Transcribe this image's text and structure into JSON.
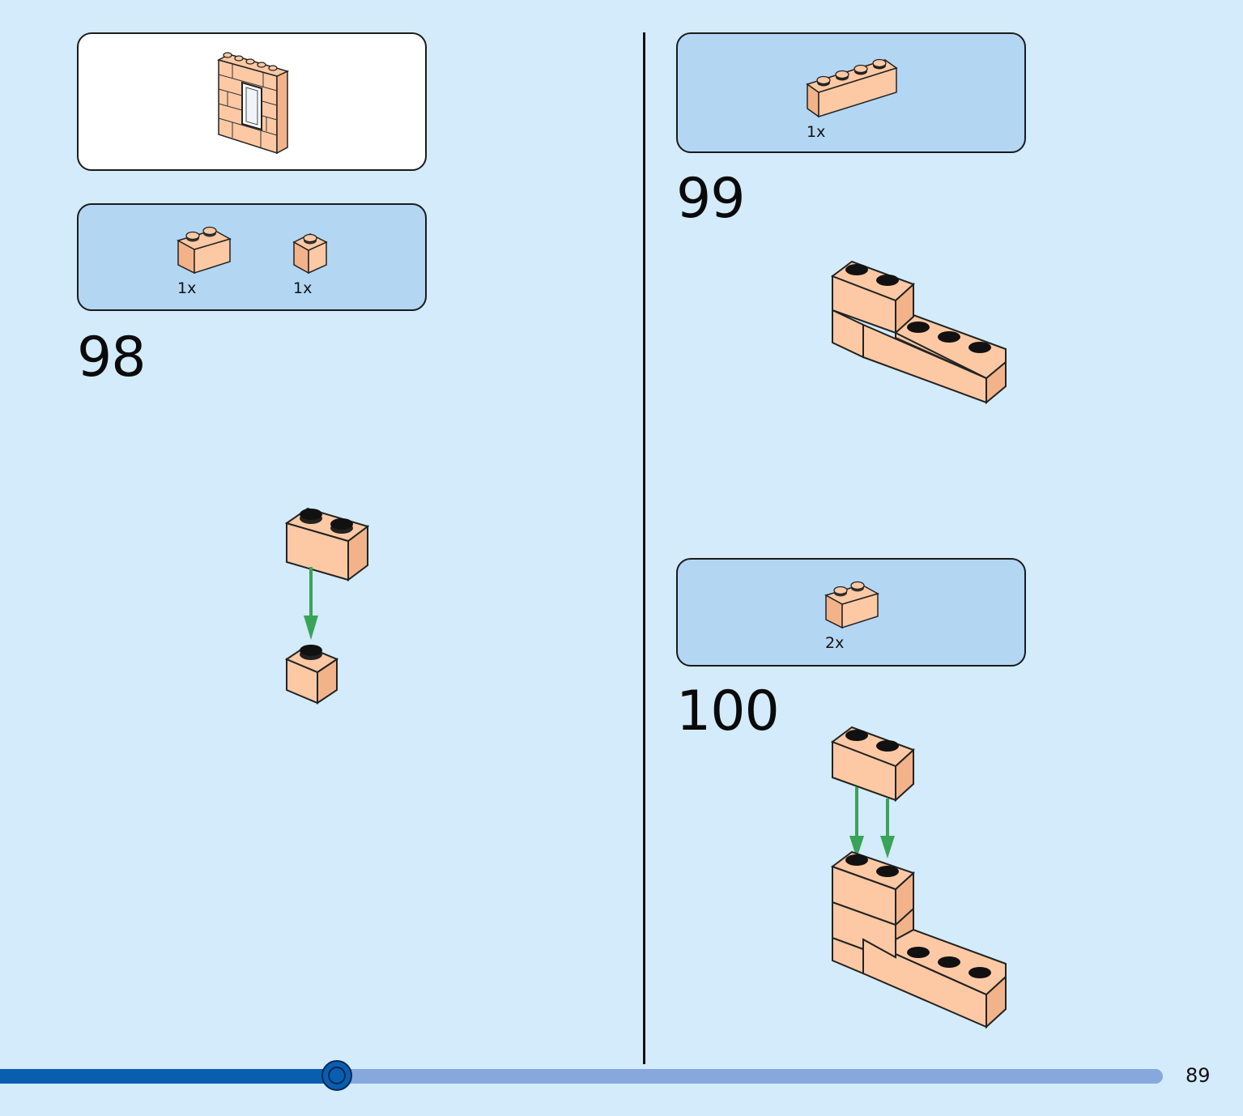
{
  "steps": [
    {
      "number": "98",
      "parts": [
        {
          "qty": "1x",
          "icon": "brick-1x2-icon"
        },
        {
          "qty": "1x",
          "icon": "brick-1x1-icon"
        }
      ]
    },
    {
      "number": "99",
      "parts": [
        {
          "qty": "1x",
          "icon": "brick-1x4-icon"
        }
      ]
    },
    {
      "number": "100",
      "parts": [
        {
          "qty": "2x",
          "icon": "brick-1x2-icon"
        }
      ]
    }
  ],
  "colors": {
    "brick": "#fcc9a4",
    "brick_shade": "#f2b38a",
    "background": "#d3ebfa",
    "parts_panel": "#b3d6f3",
    "arrow": "#3aa35a",
    "progress_done": "#0a5eb0",
    "progress_remaining": "#86a8dc"
  },
  "progress": {
    "fraction": 0.29
  },
  "page_number": "89"
}
